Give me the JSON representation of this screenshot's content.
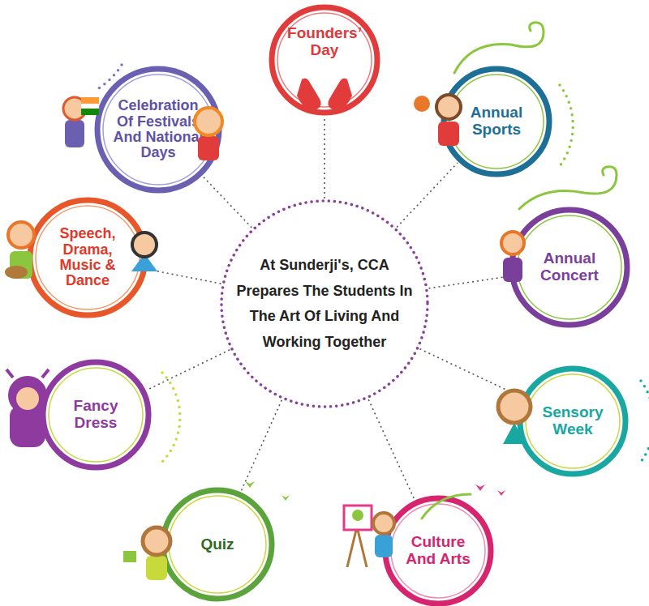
{
  "diagram": {
    "nodes": [
      {
        "text": [
          "Founders’ Day"
        ]
      },
      {
        "text": [
          "Celebration Of Festivals And National Days"
        ]
      },
      {
        "text": [
          "Annual Sports"
        ]
      },
      {
        "text": [
          "Speech, Drama, Music & Dance"
        ]
      },
      {
        "text": [
          "Annual Concert"
        ]
      },
      {
        "text": [
          "At Sunderji's, CCA Prepares The Students In The Art Of Living And Working Together"
        ]
      },
      {
        "text": [
          "Fancy Dress"
        ]
      },
      {
        "text": [
          "Sensory Week"
        ]
      },
      {
        "text": [
          "Quiz"
        ]
      },
      {
        "text": [
          "Culture And Arts"
        ]
      }
    ],
    "edges": [
      {
        "from": 5,
        "to": 0,
        "arrow": "none"
      },
      {
        "from": 5,
        "to": 1,
        "arrow": "none"
      },
      {
        "from": 5,
        "to": 2,
        "arrow": "none"
      },
      {
        "from": 5,
        "to": 3,
        "arrow": "none"
      },
      {
        "from": 5,
        "to": 4,
        "arrow": "none"
      },
      {
        "from": 5,
        "to": 6,
        "arrow": "none"
      },
      {
        "from": 5,
        "to": 7,
        "arrow": "none"
      },
      {
        "from": 5,
        "to": 8,
        "arrow": "none"
      },
      {
        "from": 5,
        "to": 9,
        "arrow": "none"
      }
    ]
  }
}
